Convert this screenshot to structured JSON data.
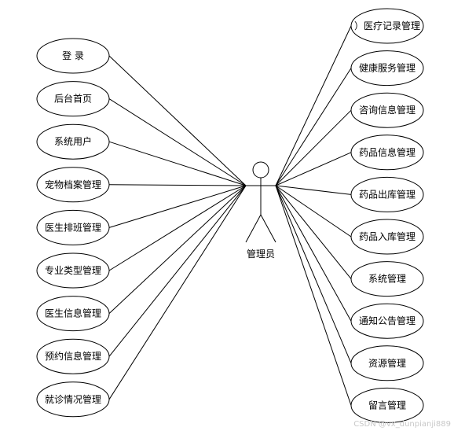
{
  "diagram": {
    "actor": {
      "label": "管理员"
    },
    "left_use_cases": [
      "登 录",
      "后台首页",
      "系统用户",
      "宠物档案管理",
      "医生排班管理",
      "专业类型管理",
      "医生信息管理",
      "预约信息管理",
      "就诊情况管理"
    ],
    "right_use_cases": [
      "）医疗记录管理",
      "健康服务管理",
      "咨询信息管理",
      "药品信息管理",
      "药品出库管理",
      "药品入库管理",
      "系统管理",
      "通知公告管理",
      "资源管理",
      "留言管理"
    ],
    "watermark": "CSDN @vx_dunpianji889"
  }
}
